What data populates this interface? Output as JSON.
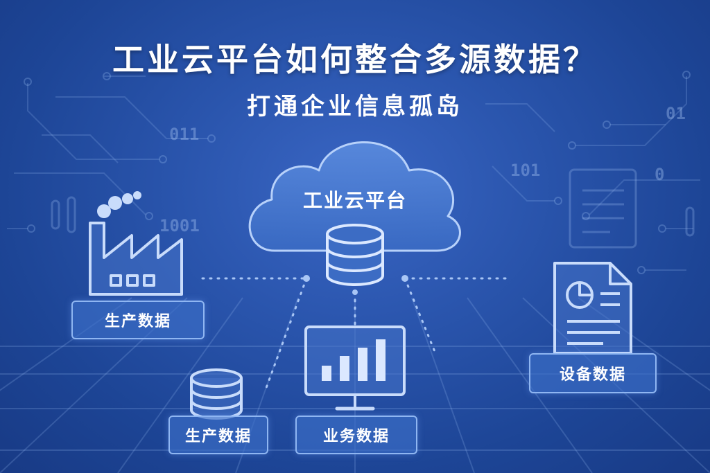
{
  "header": {
    "title": "工业云平台如何整合多源数据？",
    "subtitle": "打通企业信息孤岛"
  },
  "platform": {
    "label": "工业云平台",
    "icon": "cloud-database-icon"
  },
  "data_sources": [
    {
      "label": "生产数据",
      "icon": "factory-icon"
    },
    {
      "label": "生产数据",
      "icon": "database-icon"
    },
    {
      "label": "业务数据",
      "icon": "monitor-bar-chart-icon"
    },
    {
      "label": "设备数据",
      "icon": "document-pie-chart-icon"
    }
  ],
  "background_codes": [
    "011",
    "1001",
    "101",
    "0",
    "01"
  ],
  "colors": {
    "background": "#2a55ad",
    "accent_line": "#8fb6f2",
    "text": "#ffffff"
  }
}
